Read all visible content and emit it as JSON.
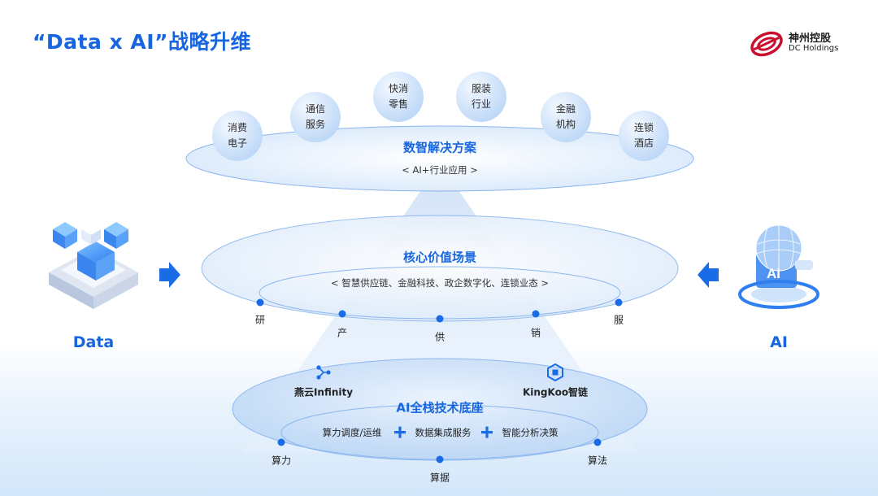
{
  "header": {
    "title": "“Data x AI”战略升维",
    "logo_cn": "神州控股",
    "logo_en": "DC Holdings"
  },
  "top_layer": {
    "title": "数智解决方案",
    "subtitle": "< AI+行业应用 >",
    "industries": [
      {
        "line1": "消费",
        "line2": "电子"
      },
      {
        "line1": "通信",
        "line2": "服务"
      },
      {
        "line1": "快消",
        "line2": "零售"
      },
      {
        "line1": "服装",
        "line2": "行业"
      },
      {
        "line1": "金融",
        "line2": "机构"
      },
      {
        "line1": "连锁",
        "line2": "酒店"
      }
    ]
  },
  "middle_layer": {
    "title": "核心价值场景",
    "subtitle": "< 智慧供应链、金融科技、政企数字化、连锁业态 >",
    "points": [
      "研",
      "产",
      "供",
      "销",
      "服"
    ]
  },
  "bottom_layer": {
    "title": "AI全栈技术底座",
    "products": [
      {
        "name": "燕云Infinity",
        "icon": "network-icon"
      },
      {
        "name": "KingKoo智链",
        "icon": "hexagon-chain-icon"
      }
    ],
    "services": [
      "算力调度/运维",
      "数据集成服务",
      "智能分析决策"
    ],
    "points": [
      "算力",
      "算据",
      "算法"
    ]
  },
  "sides": {
    "left_label": "Data",
    "right_label": "AI"
  },
  "colors": {
    "accent": "#1766e0",
    "dot": "#1a6ce6",
    "ellipse_border": "#8ab6ef",
    "bubble": "#cfe3fb"
  }
}
